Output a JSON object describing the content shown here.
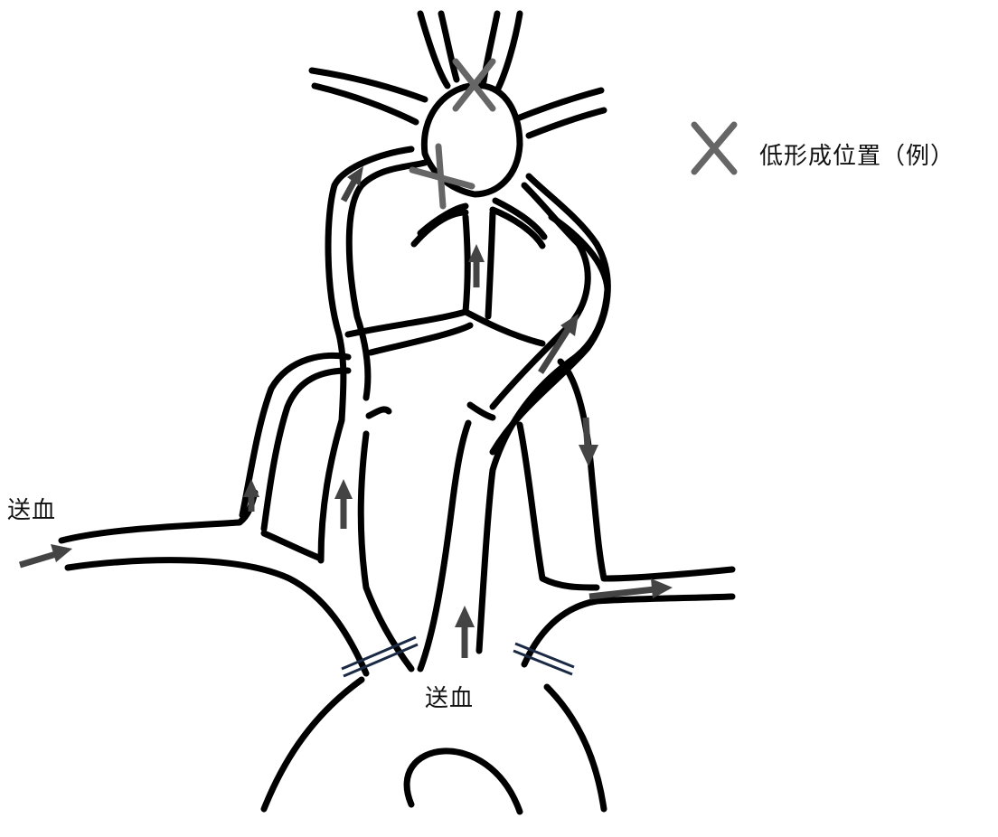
{
  "labels": {
    "inflow_left": "送血",
    "inflow_bottom": "送血"
  },
  "legend": {
    "mark_icon": "x-mark",
    "text": "低形成位置（例）"
  },
  "colors": {
    "vessel": "#000000",
    "arrow": "#444444",
    "x_mark": "#666666",
    "clamp": "#1a2a44"
  }
}
